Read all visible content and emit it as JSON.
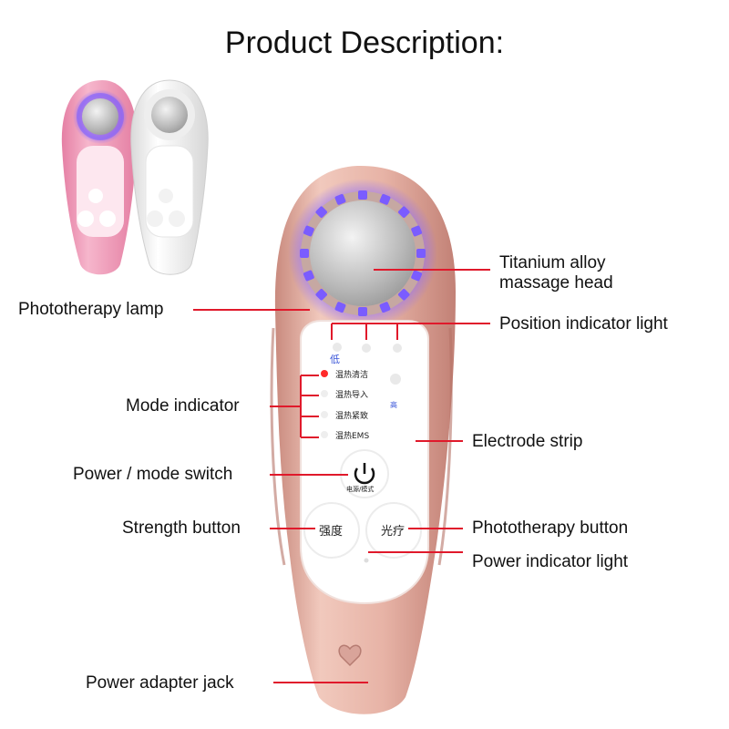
{
  "title": "Product Description:",
  "labels": {
    "titanium_head_1": "Titanium alloy",
    "titanium_head_2": "massage head",
    "phototherapy_lamp": "Phototherapy lamp",
    "position_indicator": "Position indicator light",
    "mode_indicator": "Mode indicator",
    "electrode_strip": "Electrode strip",
    "power_mode_switch": "Power / mode switch",
    "strength_button": "Strength button",
    "phototherapy_button": "Phototherapy button",
    "power_indicator": "Power indicator light",
    "power_adapter": "Power adapter jack"
  },
  "device": {
    "level_low": "低",
    "level_high": "高",
    "modes": [
      "温热清洁",
      "温热导入",
      "温热紧致",
      "温热EMS"
    ],
    "power_label": "电源/模式",
    "strength_label": "强度",
    "light_label": "光疗"
  },
  "colors": {
    "device_body": "#e8b7ab",
    "device_pink_variant": "#f2a6c0",
    "device_white_variant": "#f4f4f4",
    "led_blue": "#7a5cff",
    "leader_line": "#e0192b"
  }
}
